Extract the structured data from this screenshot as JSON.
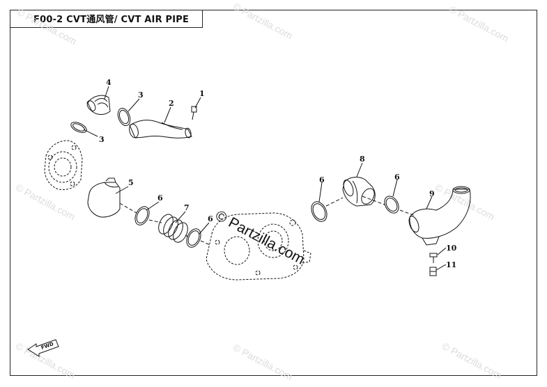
{
  "title": "F00-2 CVT通风管/ CVT AIR PIPE",
  "watermark_main": "© Partzilla.com",
  "watermark_faint": "© Partzilla.com",
  "fwd_label": "FWD",
  "callouts": {
    "c1": "1",
    "c2": "2",
    "c3a": "3",
    "c3b": "3",
    "c4": "4",
    "c5": "5",
    "c6a": "6",
    "c6b": "6",
    "c6c": "6",
    "c6d": "6",
    "c7": "7",
    "c8": "8",
    "c9": "9",
    "c10": "10",
    "c11": "11"
  }
}
